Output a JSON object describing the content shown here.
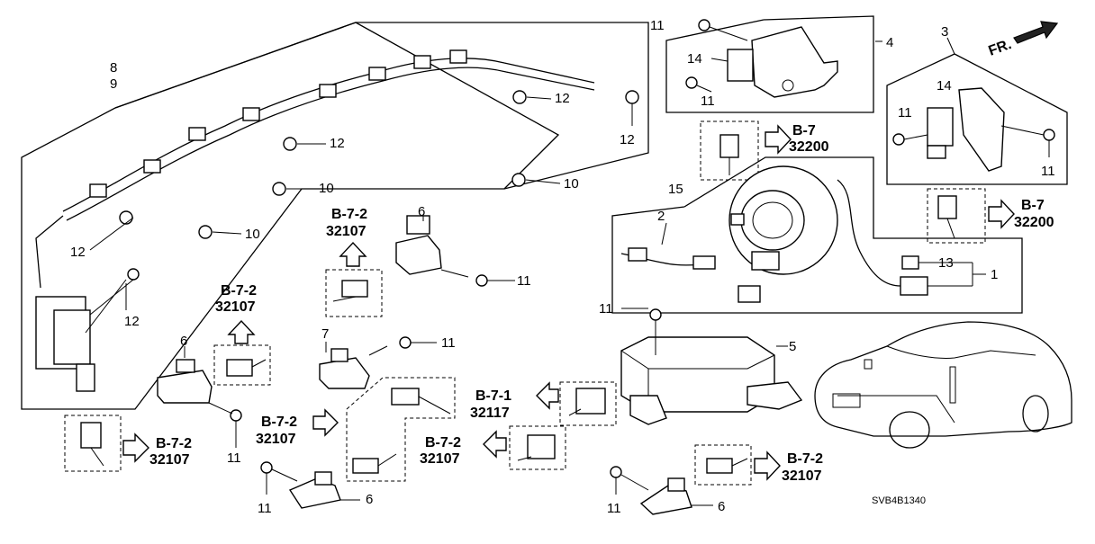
{
  "diagram": {
    "code": "SVB4B1340",
    "fr_label": "FR.",
    "callouts": {
      "c8": "8",
      "c9": "9",
      "c3": "3",
      "c4": "4",
      "c15": "15",
      "c2": "2",
      "c1": "1",
      "c13": "13",
      "c5": "5",
      "c7": "7",
      "c6a": "6",
      "c6b": "6",
      "c6c": "6",
      "c6d": "6",
      "c14a": "14",
      "c14b": "14",
      "c10a": "10",
      "c10b": "10",
      "c10c": "10",
      "c12a": "12",
      "c12b": "12",
      "c12c": "12",
      "c12d": "12",
      "c12e": "12",
      "c11a": "11",
      "c11b": "11",
      "c11c": "11",
      "c11d": "11",
      "c11e": "11",
      "c11f": "11",
      "c11g": "11",
      "c11h": "11",
      "c11i": "11",
      "c11j": "11"
    },
    "refs": {
      "r1_ref": "B-7",
      "r1_code": "32200",
      "r2_ref": "B-7",
      "r2_code": "32200",
      "r3_ref": "B-7-2",
      "r3_code": "32107",
      "r4_ref": "B-7-2",
      "r4_code": "32107",
      "r5_ref": "B-7-2",
      "r5_code": "32107",
      "r6_ref": "B-7-2",
      "r6_code": "32107",
      "r7_ref": "B-7-1",
      "r7_code": "32117",
      "r8_ref": "B-7-2",
      "r8_code": "32107",
      "r9_ref": "B-7-2",
      "r9_code": "32107"
    }
  }
}
